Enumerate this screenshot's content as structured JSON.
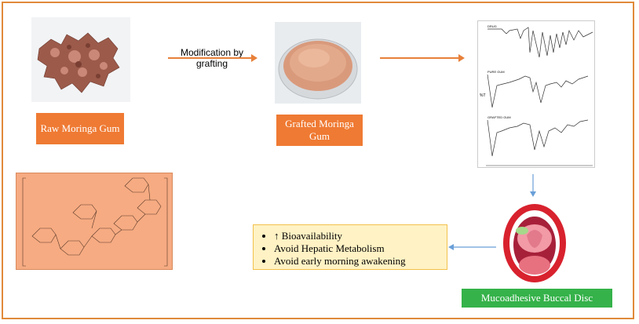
{
  "raw_gum_label": "Raw Moringa Gum",
  "grafted_gum_label": "Grafted Moringa Gum",
  "arrow_label": "Modification by grafting",
  "benefits": [
    "↑ Bioavailability",
    "Avoid Hepatic Metabolism",
    "Avoid early morning awakening"
  ],
  "disc_label": "Mucoadhesive Buccal Disc",
  "ftir_panels": [
    "DRUG",
    "PURE GUM",
    "GRAFTED GUM"
  ],
  "ftir_y_label": "%T",
  "colors": {
    "orange": "#ef7a33",
    "green": "#35b24a",
    "frame": "#e08a3a",
    "yellow_box": "#fff2c4",
    "arrow": "#e8803a",
    "blue_arrow": "#6a9fd8"
  }
}
